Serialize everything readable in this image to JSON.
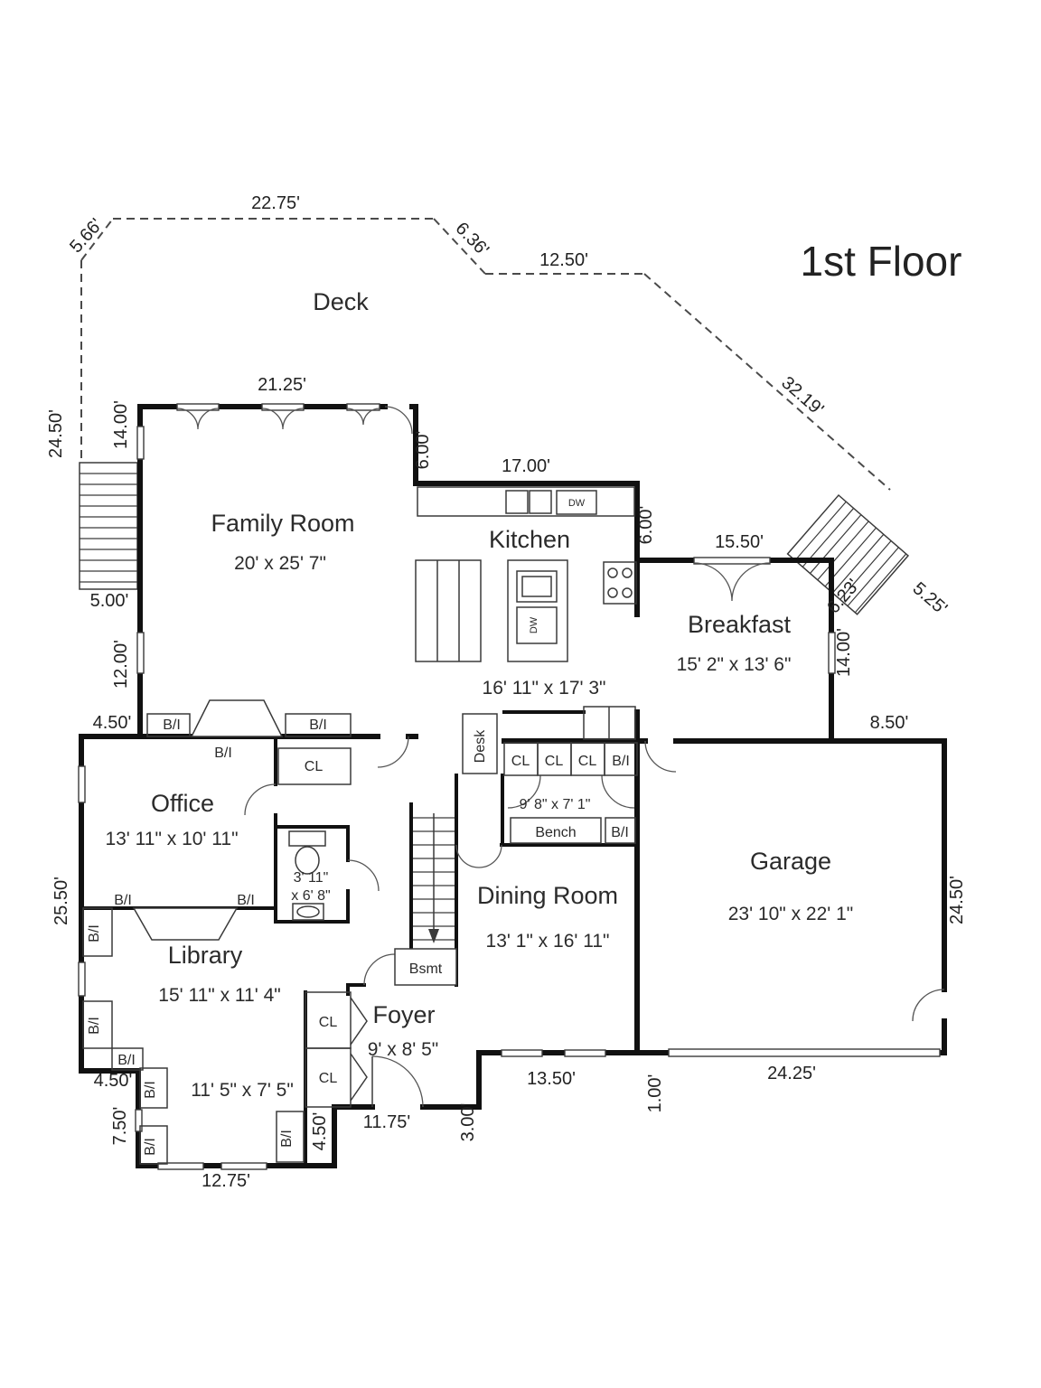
{
  "title": "1st Floor",
  "rooms": {
    "deck": {
      "name": "Deck"
    },
    "family": {
      "name": "Family Room",
      "dims": "20' x 25' 7\""
    },
    "kitchen": {
      "name": "Kitchen",
      "dims": "16' 11\" x 17' 3\""
    },
    "breakfast": {
      "name": "Breakfast",
      "dims": "15' 2\" x 13' 6\""
    },
    "garage": {
      "name": "Garage",
      "dims": "23' 10\" x 22' 1\""
    },
    "office": {
      "name": "Office",
      "dims": "13' 11\" x 10' 11\""
    },
    "library": {
      "name": "Library",
      "dims": "15' 11\" x 11' 4\""
    },
    "dining": {
      "name": "Dining Room",
      "dims": "13' 1\" x 16' 11\""
    },
    "foyer": {
      "name": "Foyer",
      "dims": "9' x 8' 5\""
    },
    "powder": {
      "dims1": "3' 11\"",
      "dims2": "x 6' 8\""
    },
    "mudroom": {
      "dims": "9' 8\" x 7' 1\""
    },
    "nook": {
      "dims": "11' 5\" x 7' 5\""
    }
  },
  "fixtures": {
    "desk": "Desk",
    "bench": "Bench",
    "bsmt": "Bsmt",
    "cl": "CL",
    "bi": "B/I",
    "dw": "DW"
  },
  "dims": {
    "deck_nw_diag": "5.66'",
    "deck_top": "22.75'",
    "deck_ne_diag": "6.36'",
    "deck_upper_right": "12.50'",
    "deck_east_diag": "32.19'",
    "deck_west": "24.50'",
    "family_west_upper": "14.00'",
    "family_top": "21.25'",
    "deck_stairs_west": "5.00'",
    "family_west_lower": "12.00'",
    "office_top": "4.50'",
    "kitchen_west_jog": "6.00'",
    "kitchen_top": "17.00'",
    "kitchen_east_jog": "6.00'",
    "breakfast_top": "15.50'",
    "stairs_ne_width": "6.23'",
    "stairs_ne_length": "5.25'",
    "breakfast_east": "14.00'",
    "garage_top": "8.50'",
    "garage_east": "24.50'",
    "garage_bottom": "24.25'",
    "garage_west_stub": "1.00'",
    "west_side": "25.50'",
    "library_west_stub": "4.50'",
    "nook_west": "7.50'",
    "nook_bottom": "12.75'",
    "foyer_bottom": "11.75'",
    "foyer_east_stub": "4.50'",
    "dining_west_stub": "3.00'",
    "dining_bottom": "13.50'"
  },
  "colors": {
    "walls": "#111111",
    "text": "#2b2b2b",
    "background": "#ffffff"
  }
}
